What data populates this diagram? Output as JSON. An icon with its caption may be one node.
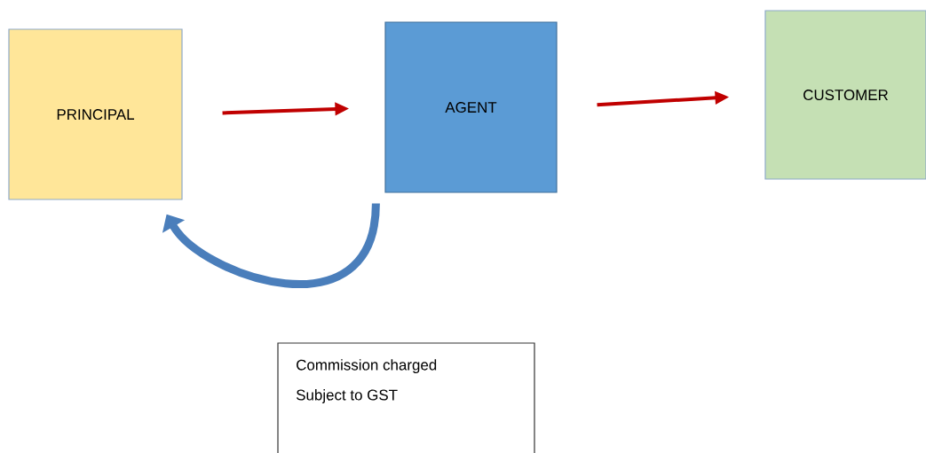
{
  "diagram": {
    "nodes": [
      {
        "text": [
          "PRINCIPAL"
        ]
      },
      {
        "text": [
          "AGENT"
        ]
      },
      {
        "text": [
          "CUSTOMER"
        ]
      },
      {
        "text": [
          "Commission charged",
          "Subject to GST"
        ]
      }
    ],
    "edges": [
      {
        "from": 0,
        "to": 1,
        "arrow": "to"
      },
      {
        "from": 1,
        "to": 2,
        "arrow": "to"
      },
      {
        "from": 1,
        "to": 0,
        "arrow": "to",
        "style": "thick",
        "color": "#4a7ebb"
      }
    ]
  }
}
